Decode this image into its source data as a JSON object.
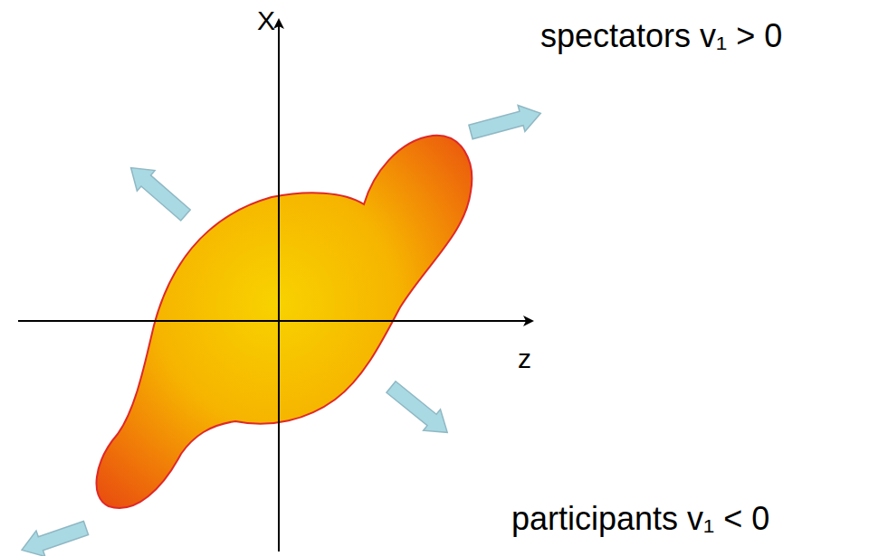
{
  "diagram": {
    "labels": [
      "X",
      "z",
      "spectators v₁ > 0",
      "participants v₁ < 0"
    ]
  }
}
